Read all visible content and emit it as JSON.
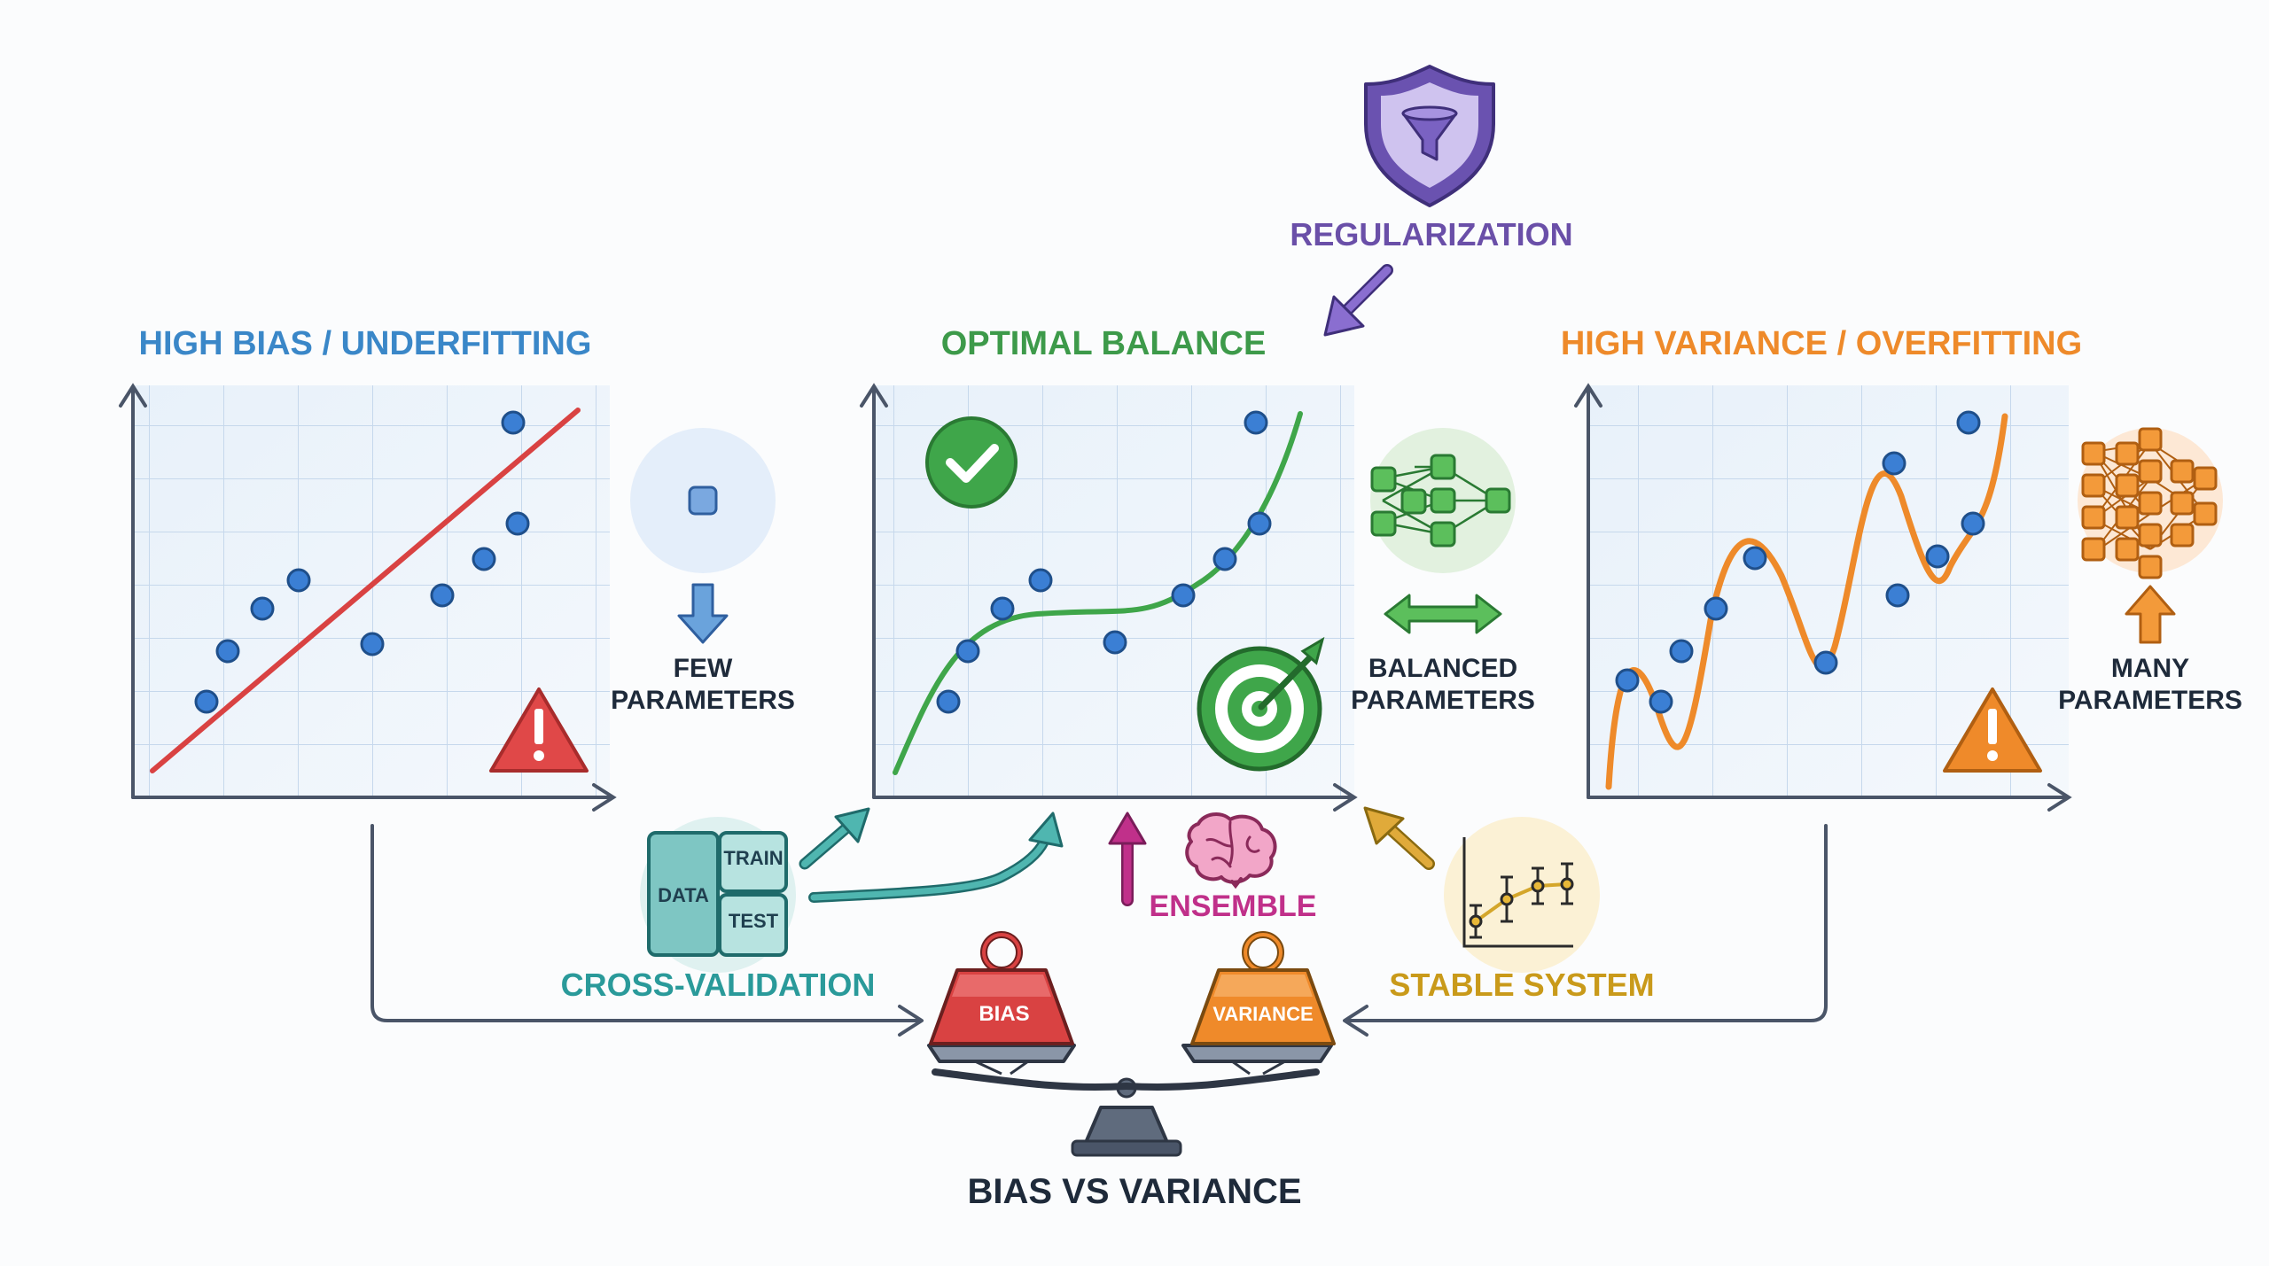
{
  "panels": {
    "underfit": {
      "title": "HIGH BIAS / UNDERFITTING",
      "color": "#3a87c8"
    },
    "optimal": {
      "title": "OPTIMAL BALANCE",
      "color": "#3d9a4a"
    },
    "overfit": {
      "title": "HIGH VARIANCE / OVERFITTING",
      "color": "#ee8a2a"
    }
  },
  "regularization": {
    "label": "REGULARIZATION",
    "color": "#6a4fa8",
    "icon": "shield-funnel-icon"
  },
  "params": {
    "few": {
      "line1": "FEW",
      "line2": "PARAMETERS"
    },
    "balanced": {
      "line1": "BALANCED",
      "line2": "PARAMETERS"
    },
    "many": {
      "line1": "MANY",
      "line2": "PARAMETERS"
    }
  },
  "cross_validation": {
    "label": "CROSS-VALIDATION",
    "data": "DATA",
    "train": "TRAIN",
    "test": "TEST",
    "color": "#2a9a9a"
  },
  "ensemble": {
    "label": "ENSEMBLE",
    "color": "#c0308a"
  },
  "stable": {
    "label": "STABLE SYSTEM",
    "color": "#c99a1a"
  },
  "scale": {
    "bias": "BIAS",
    "variance": "VARIANCE",
    "caption": "BIAS VS VARIANCE"
  },
  "colors": {
    "underfit_line": "#d94242",
    "optimal_line": "#3fa64a",
    "overfit_line": "#ee8a2a",
    "point": "#3b7fd4",
    "axis": "#4a5568"
  }
}
